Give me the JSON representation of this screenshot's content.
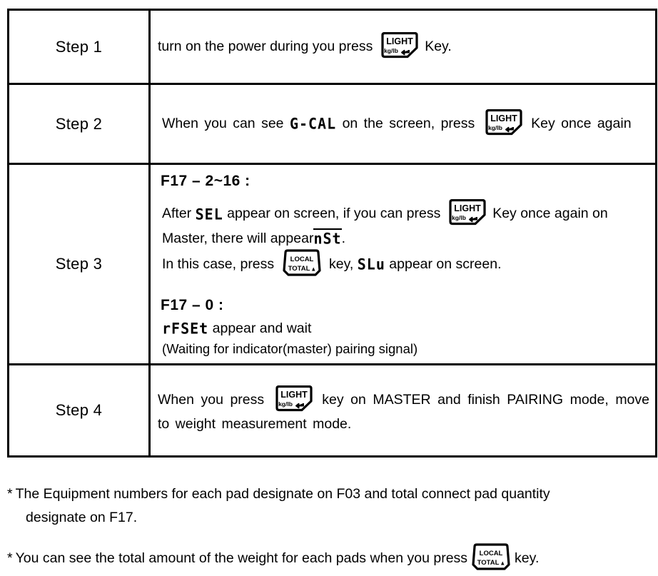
{
  "table": {
    "rows": [
      {
        "step": "Step 1",
        "body": {
          "text_before": "turn on the power during you press",
          "key": "LIGHT",
          "text_after": "Key."
        }
      },
      {
        "step": "Step 2",
        "body": {
          "text_before": "When you can see",
          "display": "G-CAL",
          "text_mid": "on the screen, press",
          "key": "LIGHT",
          "text_after": "Key once again"
        }
      },
      {
        "step": "Step 3",
        "body": {
          "heading_1": "F17 – 2~16 :",
          "line_1a": "After",
          "display_1": "SEL",
          "line_1b": "appear on screen, if you can press",
          "key_1": "LIGHT",
          "line_1c": "Key once again on Master, there will appear",
          "display_2": "nSt",
          "line_1d": ".",
          "line_2a": "In this case, press",
          "key_2": "LOCAL TOTAL",
          "line_2b": "key,",
          "display_3": "SLu",
          "line_2c": "appear on screen.",
          "heading_2": "F17 – 0 :",
          "display_4": "rFSEt",
          "line_3": "appear and wait",
          "line_4": "(Waiting for indicator(master) pairing signal)"
        }
      },
      {
        "step": "Step 4",
        "body": {
          "text_before": "When you press",
          "key": "LIGHT",
          "text_after": "key on MASTER and finish PAIRING mode, move to weight measurement mode."
        }
      }
    ]
  },
  "notes": [
    {
      "star": "*",
      "line_1": "The Equipment numbers for each pad designate on F03 and total connect pad quantity",
      "line_2": "designate on F17."
    },
    {
      "star": "*",
      "text_before": "You can see the total amount of the weight for each pads when you press",
      "key": "LOCAL TOTAL",
      "text_after": "key."
    }
  ],
  "keys": {
    "light": {
      "top_label": "LIGHT",
      "bottom_label": "kg/lb",
      "arrow": "enter-arrow"
    },
    "local_total": {
      "top_label": "LOCAL",
      "bottom_label": "TOTAL",
      "arrow": "up-triangle"
    }
  },
  "colors": {
    "ink": "#000000",
    "paper": "#ffffff"
  }
}
